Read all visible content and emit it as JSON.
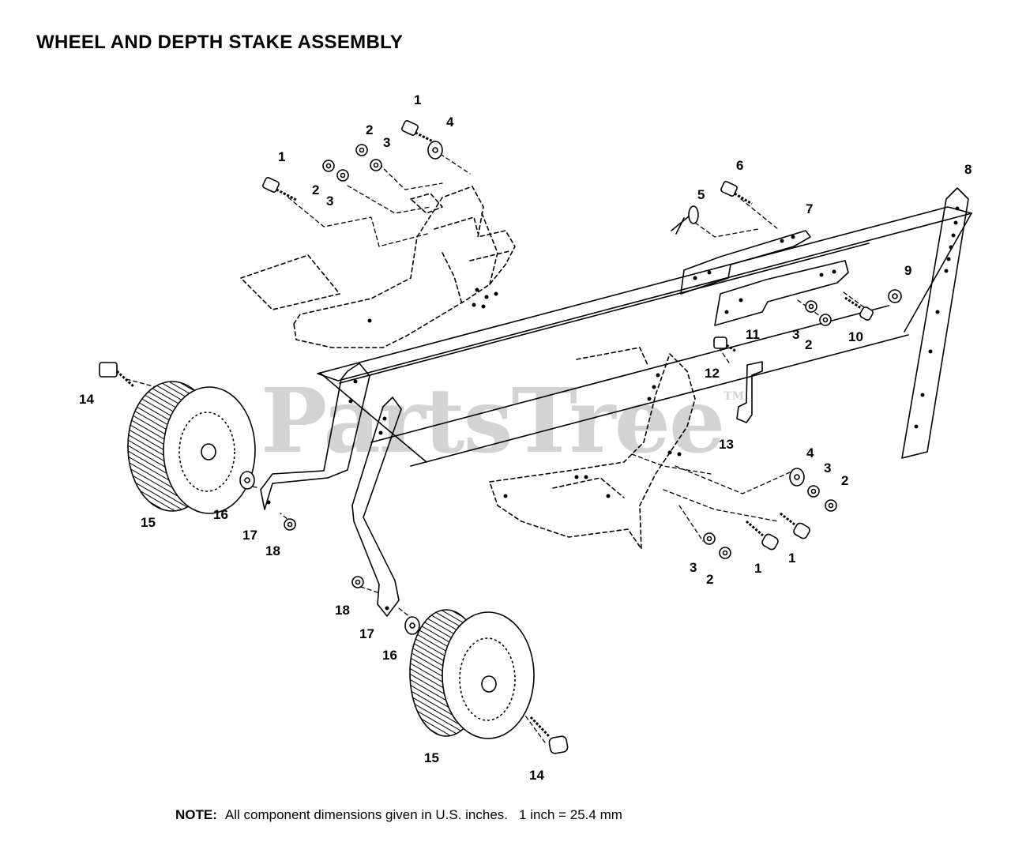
{
  "title": "WHEEL AND DEPTH STAKE ASSEMBLY",
  "watermark": "PartsTree",
  "watermark_mark": "TM",
  "note": {
    "label": "NOTE:",
    "text": "All component dimensions given in U.S. inches.",
    "conversion": "1 inch = 25.4 mm"
  },
  "callouts": [
    {
      "id": "c1a",
      "text": "1"
    },
    {
      "id": "c1b",
      "text": "1"
    },
    {
      "id": "c1c",
      "text": "1"
    },
    {
      "id": "c1d",
      "text": "1"
    },
    {
      "id": "c2a",
      "text": "2"
    },
    {
      "id": "c2b",
      "text": "2"
    },
    {
      "id": "c2c",
      "text": "2"
    },
    {
      "id": "c2d",
      "text": "2"
    },
    {
      "id": "c2e",
      "text": "2"
    },
    {
      "id": "c3a",
      "text": "3"
    },
    {
      "id": "c3b",
      "text": "3"
    },
    {
      "id": "c3c",
      "text": "3"
    },
    {
      "id": "c3d",
      "text": "3"
    },
    {
      "id": "c3e",
      "text": "3"
    },
    {
      "id": "c4a",
      "text": "4"
    },
    {
      "id": "c4b",
      "text": "4"
    },
    {
      "id": "c5",
      "text": "5"
    },
    {
      "id": "c6",
      "text": "6"
    },
    {
      "id": "c7",
      "text": "7"
    },
    {
      "id": "c8",
      "text": "8"
    },
    {
      "id": "c9",
      "text": "9"
    },
    {
      "id": "c10",
      "text": "10"
    },
    {
      "id": "c11",
      "text": "11"
    },
    {
      "id": "c12",
      "text": "12"
    },
    {
      "id": "c13",
      "text": "13"
    },
    {
      "id": "c14a",
      "text": "14"
    },
    {
      "id": "c14b",
      "text": "14"
    },
    {
      "id": "c15a",
      "text": "15"
    },
    {
      "id": "c15b",
      "text": "15"
    },
    {
      "id": "c16a",
      "text": "16"
    },
    {
      "id": "c16b",
      "text": "16"
    },
    {
      "id": "c17a",
      "text": "17"
    },
    {
      "id": "c17b",
      "text": "17"
    },
    {
      "id": "c18a",
      "text": "18"
    },
    {
      "id": "c18b",
      "text": "18"
    }
  ]
}
